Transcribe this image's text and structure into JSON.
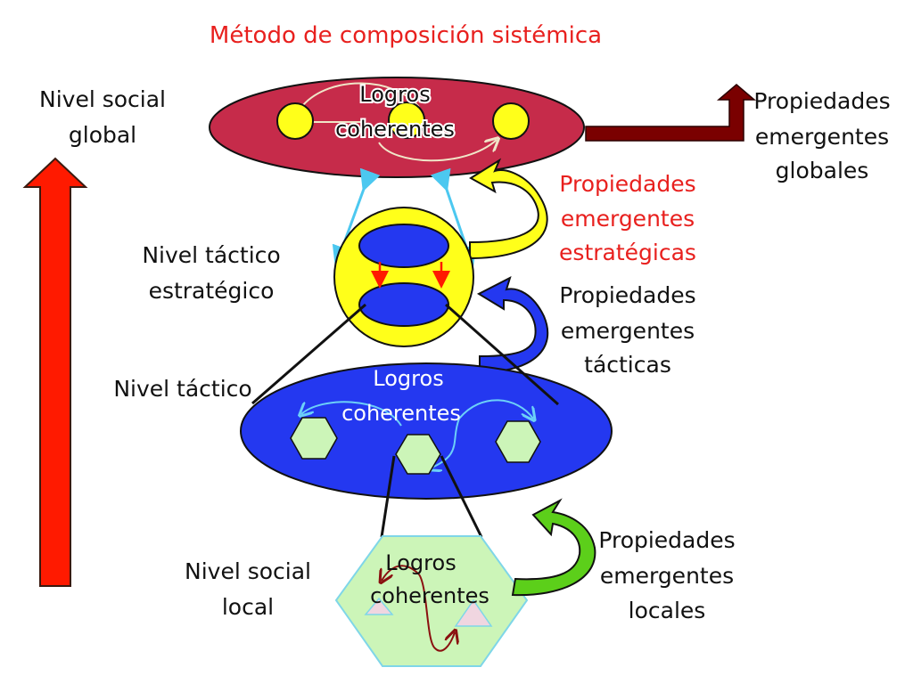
{
  "title": "Método de composición sistémica",
  "levels": {
    "global": [
      "Nivel social",
      "global"
    ],
    "tactical_strategic": [
      "Nivel táctico",
      "estratégico"
    ],
    "tactical": [
      "Nivel táctico"
    ],
    "local": [
      "Nivel social",
      "local"
    ]
  },
  "inner_labels": {
    "global": [
      "Logros",
      "coherentes"
    ],
    "tactical": [
      "Logros",
      "coherentes"
    ],
    "local": [
      "Logros",
      "coherentes"
    ]
  },
  "properties": {
    "global": [
      "Propiedades",
      "emergentes",
      "globales"
    ],
    "strategic": [
      "Propiedades",
      "emergentes",
      "estratégicas"
    ],
    "tactical": [
      "Propiedades",
      "emergentes",
      "tácticas"
    ],
    "local": [
      "Propiedades",
      "emergentes",
      "locales"
    ]
  },
  "colors": {
    "global_ellipse": "#c62b4a",
    "strategic_circle": "#ffff1a",
    "tactical_ellipse": "#2438f0",
    "local_hexagon": "#ccf5b8",
    "level_arrow": "#ff1a00",
    "global_arrow": "#7a0000",
    "strategic_arrow": "#ffff1a",
    "tactical_arrow": "#2438f0",
    "local_arrow": "#5ccf1a",
    "title": "#e8201e"
  }
}
